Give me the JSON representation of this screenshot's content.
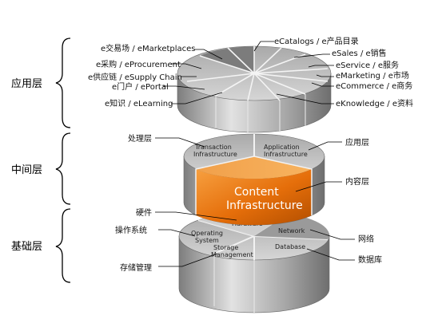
{
  "layers": {
    "top": "应用层",
    "middle": "中间层",
    "bottom": "基础层"
  },
  "top_disk": {
    "left_labels": [
      "e交易场 / eMarketplaces",
      "e采购 / eProcurement",
      "e供应链 / eSupply Chain",
      "e门户 /  ePortal",
      "e知识 / eLearning"
    ],
    "right_labels": [
      "eCatalogs  / e产品目录",
      "eSales / e销售",
      "eService / e服务",
      "eMarketing / e市场",
      "eCommerce / e商务",
      "eKnowledge / e资料"
    ]
  },
  "middle_disk": {
    "transaction": [
      "Transaction",
      "Infrastructure"
    ],
    "application": [
      "Application",
      "Infrastructure"
    ],
    "content": [
      "Content",
      "Infrastructure"
    ],
    "callouts": {
      "processing": "处理层",
      "application": "应用层",
      "content": "内容层"
    }
  },
  "bottom_disk": {
    "hardware": "Hardware",
    "os": [
      "Operating",
      "System"
    ],
    "network": "Network",
    "storage": [
      "Storage",
      "Management"
    ],
    "database": "Database",
    "callouts": {
      "hardware": "硬件",
      "os": "操作系统",
      "storage": "存储管理",
      "network": "网络",
      "database": "数据库"
    }
  },
  "colors": {
    "disk_top": "#b9b9b9",
    "disk_side": "#9a9a9a",
    "content_orange": "#e56e0a",
    "content_orange_dark": "#b34f00"
  }
}
